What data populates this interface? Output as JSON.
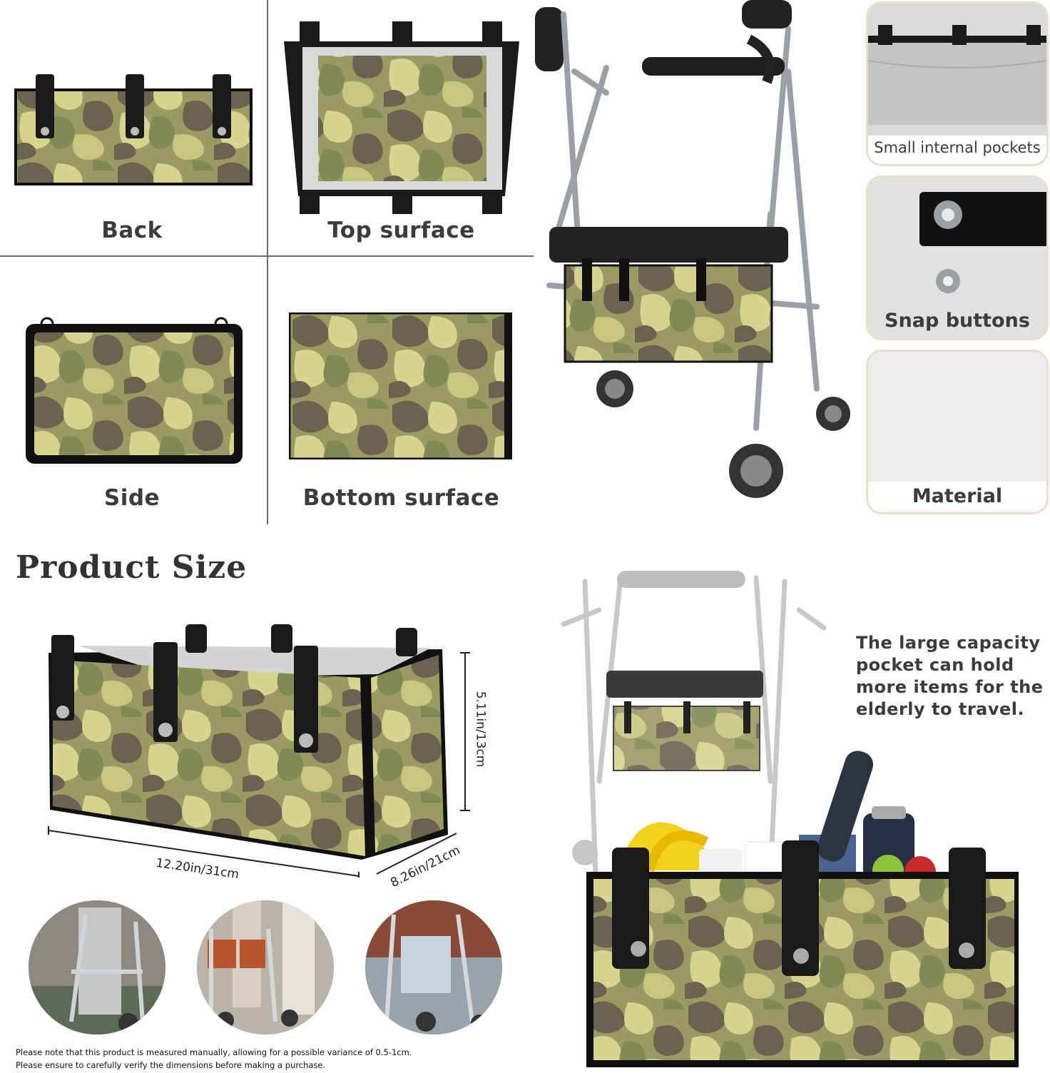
{
  "views": {
    "back": "Back",
    "top": "Top surface",
    "side": "Side",
    "bottom": "Bottom surface"
  },
  "features": {
    "pockets": "Small internal pockets",
    "snaps": "Snap buttons",
    "material": "Material"
  },
  "size": {
    "title": "Product Size",
    "length": "12.20in/31cm",
    "width": "8.26in/21cm",
    "height": "5.11in/13cm"
  },
  "capacity": {
    "line1": "The large capacity",
    "line2": "pocket can hold",
    "line3": "more items for the",
    "line4": "elderly to travel."
  },
  "notes": {
    "line1": "Please note that this product is measured manually, allowing for a possible variance of 0.5-1cm.",
    "line2": "Please ensure to carefully verify the dimensions before making a purchase."
  },
  "colors": {
    "camo_base": "#9a9b62",
    "camo_light": "#d6d48f",
    "camo_mid": "#7f8a55",
    "camo_dark": "#6b6250",
    "strap": "#1a1a1a"
  }
}
